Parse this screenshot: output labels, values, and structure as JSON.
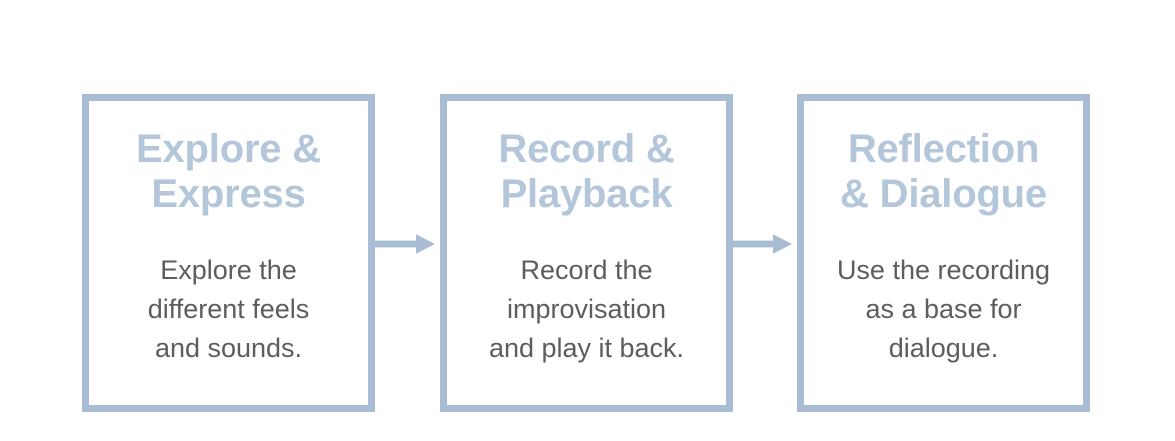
{
  "diagram": {
    "type": "process-flow",
    "orientation": "horizontal",
    "background_color": "#ffffff",
    "colors": {
      "box_border": "#a8bdd4",
      "box_fill": "#ffffff",
      "title_text": "#b3c6da",
      "body_text": "#5d5d5d",
      "arrow": "#a8bdd4"
    },
    "steps": [
      {
        "index": 1,
        "title": "Explore &\nExpress",
        "body": "Explore the\ndifferent feels\nand sounds."
      },
      {
        "index": 2,
        "title": "Record &\nPlayback",
        "body": "Record the\nimprovisation\nand play it back."
      },
      {
        "index": 3,
        "title": "Reflection\n& Dialogue",
        "body": "Use the recording\nas a base for\ndialogue."
      }
    ],
    "connectors": [
      {
        "index": 1,
        "from": "Explore & Express",
        "to": "Record & Playback",
        "icon": "arrow-right-icon"
      },
      {
        "index": 2,
        "from": "Record & Playback",
        "to": "Reflection & Dialogue",
        "icon": "arrow-right-icon"
      }
    ]
  }
}
